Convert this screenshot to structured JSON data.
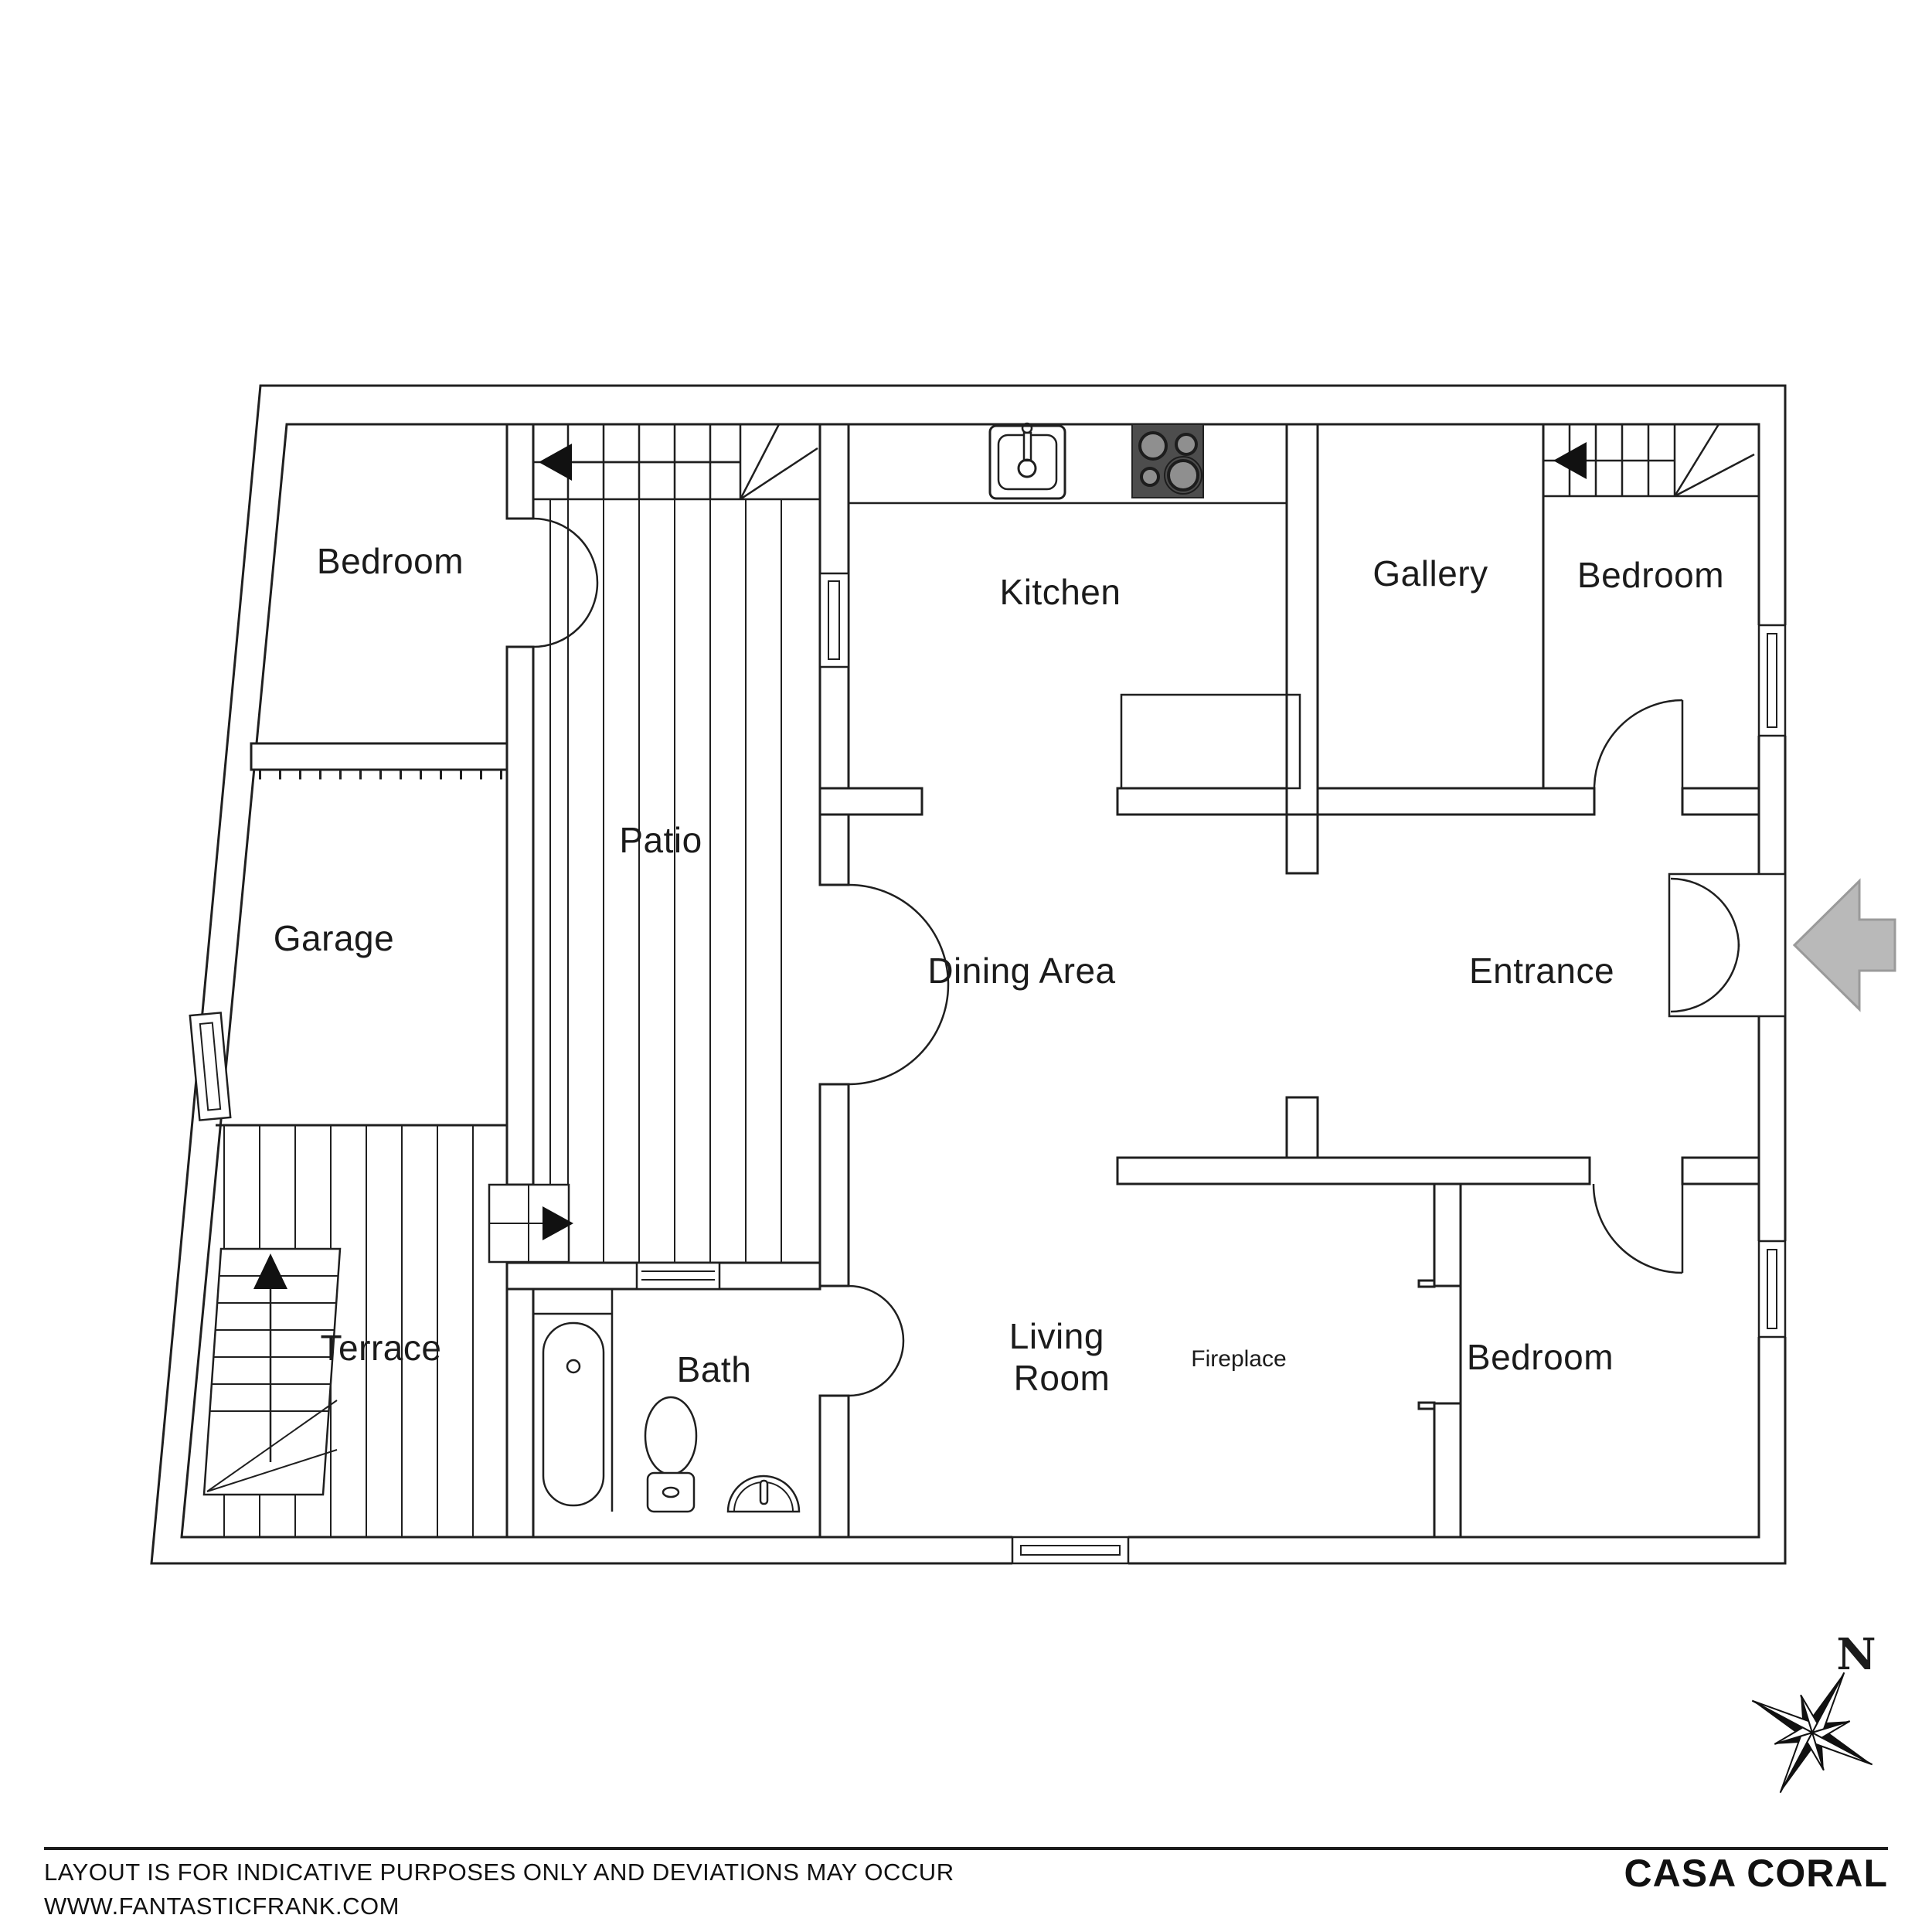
{
  "rooms": {
    "bedroom_tl": {
      "label": "Bedroom"
    },
    "garage": {
      "label": "Garage"
    },
    "terrace": {
      "label": "Terrace"
    },
    "patio": {
      "label": "Patio"
    },
    "bath": {
      "label": "Bath"
    },
    "kitchen": {
      "label": "Kitchen"
    },
    "dining": {
      "label": "Dining Area"
    },
    "living": {
      "line1": "Living",
      "line2": "Room"
    },
    "fireplace": {
      "label": "Fireplace"
    },
    "gallery": {
      "label": "Gallery"
    },
    "bedroom_tr": {
      "label": "Bedroom"
    },
    "entrance": {
      "label": "Entrance"
    },
    "bedroom_br": {
      "label": "Bedroom"
    }
  },
  "compass": {
    "north": "N"
  },
  "footer": {
    "disclaimer": "LAYOUT IS FOR INDICATIVE PURPOSES ONLY AND DEVIATIONS MAY OCCUR",
    "website": "WWW.FANTASTICFRANK.COM",
    "brand": "CASA CORAL"
  },
  "colors": {
    "line": "#1f1f1f",
    "entry_arrow": "#b9b9b9",
    "stove": "#4d4d4d"
  }
}
